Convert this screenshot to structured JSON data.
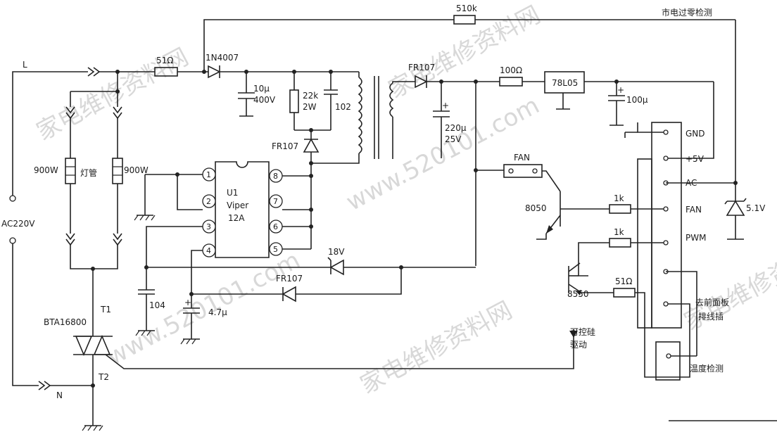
{
  "labels": {
    "mains_zero_detect": "市电过零检测",
    "r510k": "510k",
    "L": "L",
    "N": "N",
    "ac220v": "AC220V",
    "r51_top": "51Ω",
    "d1n4007": "1N4007",
    "c10u_a": "10μ",
    "c10u_b": "400V",
    "r22k_a": "22k",
    "r22k_b": "2W",
    "c102": "102",
    "fr107_top": "FR107",
    "fr107_mid": "FR107",
    "fr107_bot": "FR107",
    "r100": "100Ω",
    "reg78l05": "78L05",
    "c100u": "100μ",
    "c220u_a": "220μ",
    "c220u_b": "25V",
    "u1_a": "U1",
    "u1_b": "Viper",
    "u1_c": "12A",
    "pin1": "1",
    "pin2": "2",
    "pin3": "3",
    "pin4": "4",
    "pin5": "5",
    "pin6": "6",
    "pin7": "7",
    "pin8": "8",
    "lamp_left_w": "900W",
    "lamp_right_w": "900W",
    "lamp_tube": "灯管",
    "fan": "FAN",
    "q8050": "8050",
    "r1k_fan": "1k",
    "r1k_pwm": "1k",
    "q8550": "8550",
    "r51_bot": "51Ω",
    "d18v": "18V",
    "c104": "104",
    "c4u7": "4.7μ",
    "t1": "T1",
    "t2": "T2",
    "triac": "BTA16800",
    "scr_drive_a": "可控硅",
    "scr_drive_b": "驱动",
    "conn_gnd": "GND",
    "conn_5v": "+5V",
    "conn_ac": "AC",
    "conn_fan": "FAN",
    "conn_pwm": "PWM",
    "to_panel_a": "去前面板",
    "to_panel_b": "排线插",
    "temp_detect": "温度检测",
    "zener51": "5.1V",
    "watermark_a": "家电维修资料网",
    "watermark_b": "www.520101.com"
  }
}
